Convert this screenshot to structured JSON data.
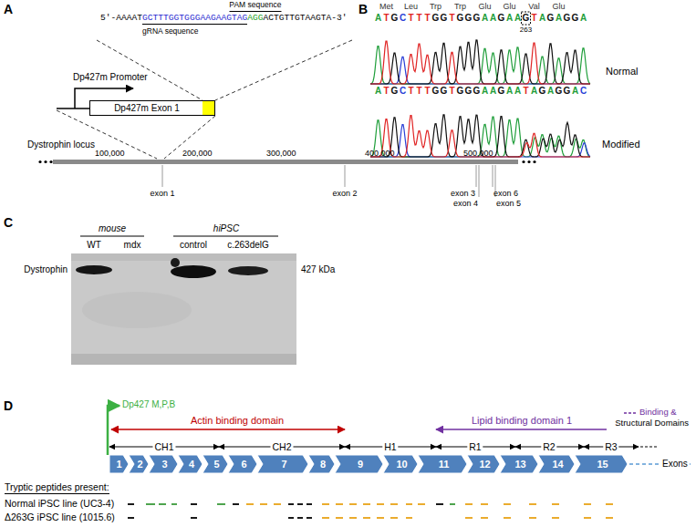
{
  "diagram": {
    "nodes": [
      {
        "text": [
          "Dp427m Exon 1"
        ]
      },
      {
        "text": [
          "1"
        ]
      },
      {
        "text": [
          "2"
        ]
      },
      {
        "text": [
          "3"
        ]
      },
      {
        "text": [
          "4"
        ]
      },
      {
        "text": [
          "5"
        ]
      },
      {
        "text": [
          "6"
        ]
      },
      {
        "text": [
          "7"
        ]
      },
      {
        "text": [
          "8"
        ]
      },
      {
        "text": [
          "9"
        ]
      },
      {
        "text": [
          "10"
        ]
      },
      {
        "text": [
          "11"
        ]
      },
      {
        "text": [
          "12"
        ]
      },
      {
        "text": [
          "13"
        ]
      },
      {
        "text": [
          "14"
        ]
      },
      {
        "text": [
          "15"
        ]
      }
    ],
    "labels": [
      "A",
      "5'-AAAAT",
      "GCTTTGGTGGGAAGAAGTAG",
      "AGG",
      "ACTGTTGTAAGTA-3'",
      "PAM sequence",
      "gRNA sequence",
      "Dp427m Promoter",
      "Dystrophin locus",
      "100,000",
      "200,000",
      "300,000",
      "400,000",
      "500,000",
      "exon 1",
      "exon 2",
      "exon 3",
      "exon 4",
      "exon 6",
      "exon 5",
      "B",
      "Met",
      "Leu",
      "Trp",
      "Trp",
      "Glu",
      "Glu",
      "Val",
      "Glu",
      "ATGCTTTGGTGGGAAGAAGTAGAGGA",
      "263",
      "Normal",
      "ATGCTTTGGTGGGAAGAATAGAGGAC",
      "Modified",
      "C",
      "mouse",
      "hiPSC",
      "WT",
      "mdx",
      "control",
      "c.263delG",
      "Dystrophin",
      "427 kDa",
      "D",
      "Dp427 M,P,B",
      "Actin binding domain",
      "Lipid binding domain 1",
      "Binding &",
      "Structural Domains",
      "CH1",
      "CH2",
      "H1",
      "R1",
      "R2",
      "R3",
      "Exons",
      "Tryptic peptides present:",
      "Normal iPSC line (UC3-4)",
      "Δ263G iPSC line (1015.6)"
    ]
  }
}
